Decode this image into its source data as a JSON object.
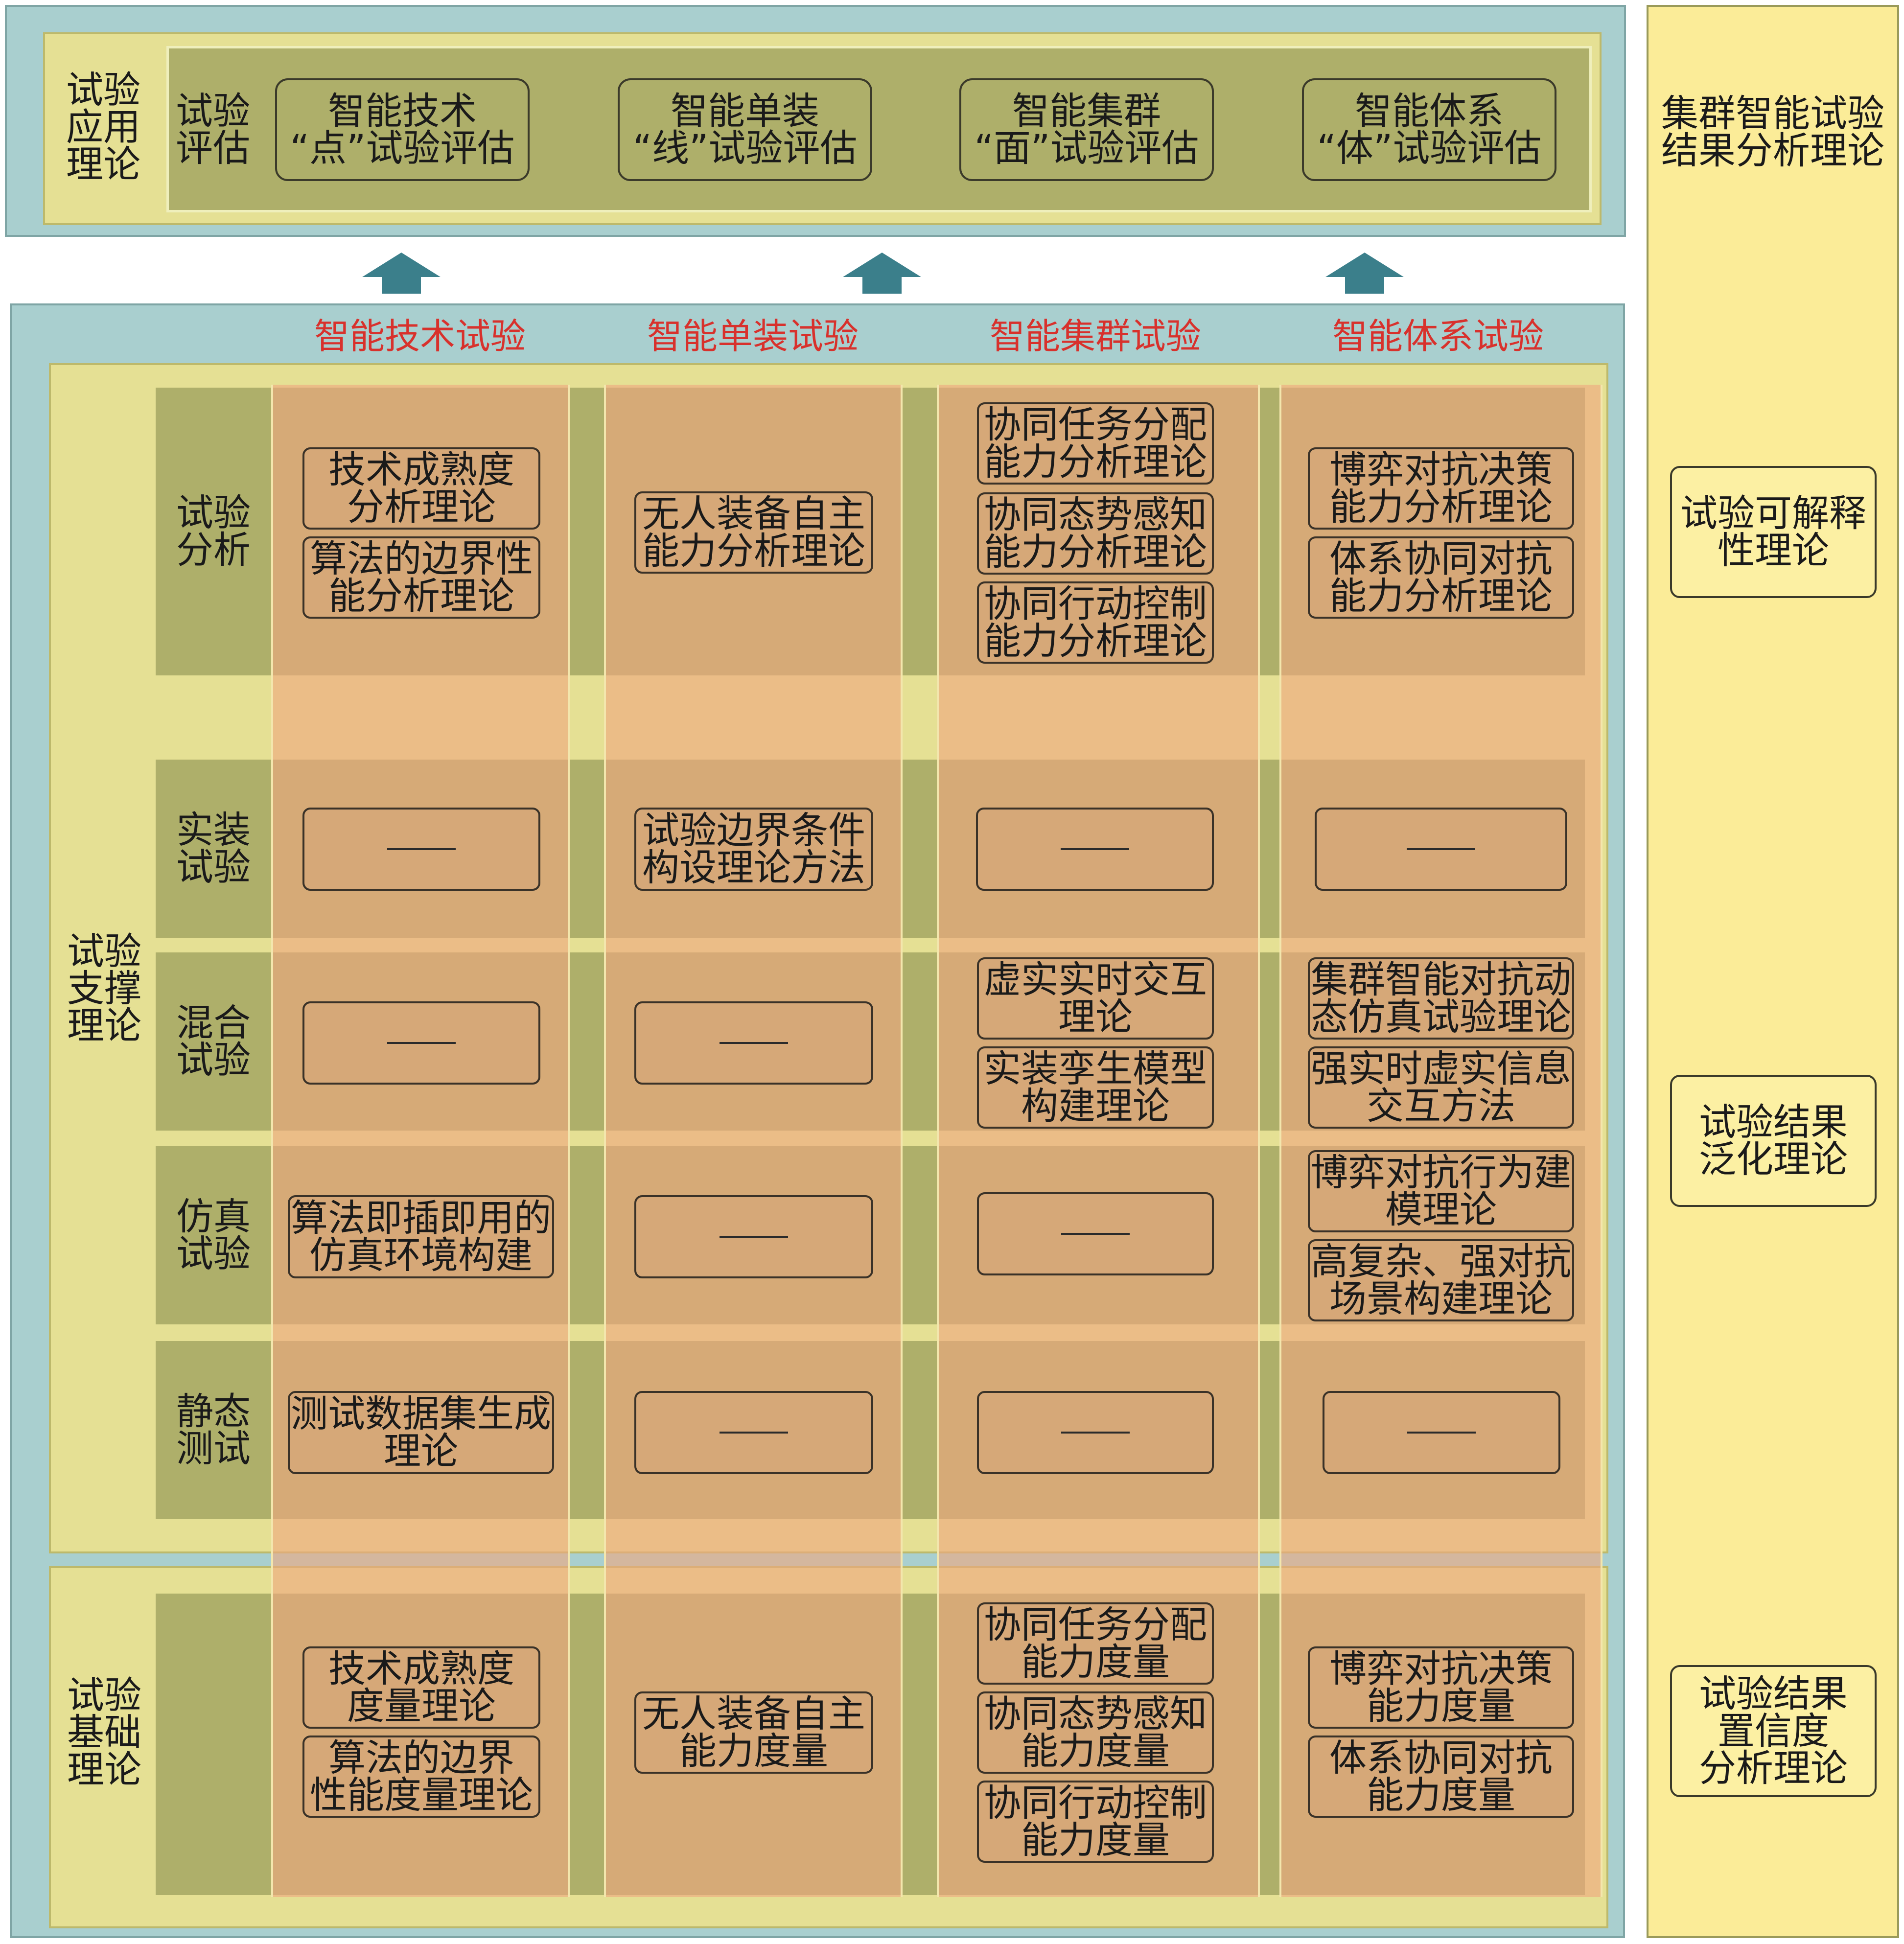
{
  "top": {
    "label": "试验\n应用\n理论",
    "eval_label": "试验\n评估",
    "evals": [
      "智能技术\n“点”试验评估",
      "智能单装\n“线”试验评估",
      "智能集群\n“面”试验评估",
      "智能体系\n“体”试验评估"
    ]
  },
  "columns": [
    "智能技术试验",
    "智能单装试验",
    "智能集群试验",
    "智能体系试验"
  ],
  "support": {
    "label": "试验\n支撑\n理论",
    "rows": [
      {
        "label": "试验\n分析",
        "cells": [
          [
            "技术成熟度\n分析理论",
            "算法的边界性\n能分析理论"
          ],
          [
            "无人装备自主\n能力分析理论"
          ],
          [
            "协同任务分配\n能力分析理论",
            "协同态势感知\n能力分析理论",
            "协同行动控制\n能力分析理论"
          ],
          [
            "博弈对抗决策\n能力分析理论",
            "体系协同对抗\n能力分析理论"
          ]
        ]
      },
      {
        "label": "实装\n试验",
        "cells": [
          [
            "—"
          ],
          [
            "试验边界条件\n构设理论方法"
          ],
          [
            "—"
          ],
          [
            "—"
          ]
        ]
      },
      {
        "label": "混合\n试验",
        "cells": [
          [
            "—"
          ],
          [
            "—"
          ],
          [
            "虚实实时交互\n理论",
            "实装孪生模型\n构建理论"
          ],
          [
            "集群智能对抗动\n态仿真试验理论",
            "强实时虚实信息\n交互方法"
          ]
        ]
      },
      {
        "label": "仿真\n试验",
        "cells": [
          [
            "算法即插即用的\n仿真环境构建"
          ],
          [
            "—"
          ],
          [
            "—"
          ],
          [
            "博弈对抗行为建\n模理论",
            "高复杂、强对抗\n场景构建理论"
          ]
        ]
      },
      {
        "label": "静态\n测试",
        "cells": [
          [
            "测试数据集生成\n理论"
          ],
          [
            "—"
          ],
          [
            "—"
          ],
          [
            "—"
          ]
        ]
      }
    ]
  },
  "basic": {
    "label": "试验\n基础\n理论",
    "cells": [
      [
        "技术成熟度\n度量理论",
        "算法的边界\n性能度量理论"
      ],
      [
        "无人装备自主\n能力度量"
      ],
      [
        "协同任务分配\n能力度量",
        "协同态势感知\n能力度量",
        "协同行动控制\n能力度量"
      ],
      [
        "博弈对抗决策\n能力度量",
        "体系协同对抗\n能力度量"
      ]
    ]
  },
  "side": {
    "title": "集群智能试验\n结果分析理论",
    "boxes": [
      "试验可解释\n性理论",
      "试验结果\n泛化理论",
      "试验结果\n置信度\n分析理论"
    ]
  }
}
